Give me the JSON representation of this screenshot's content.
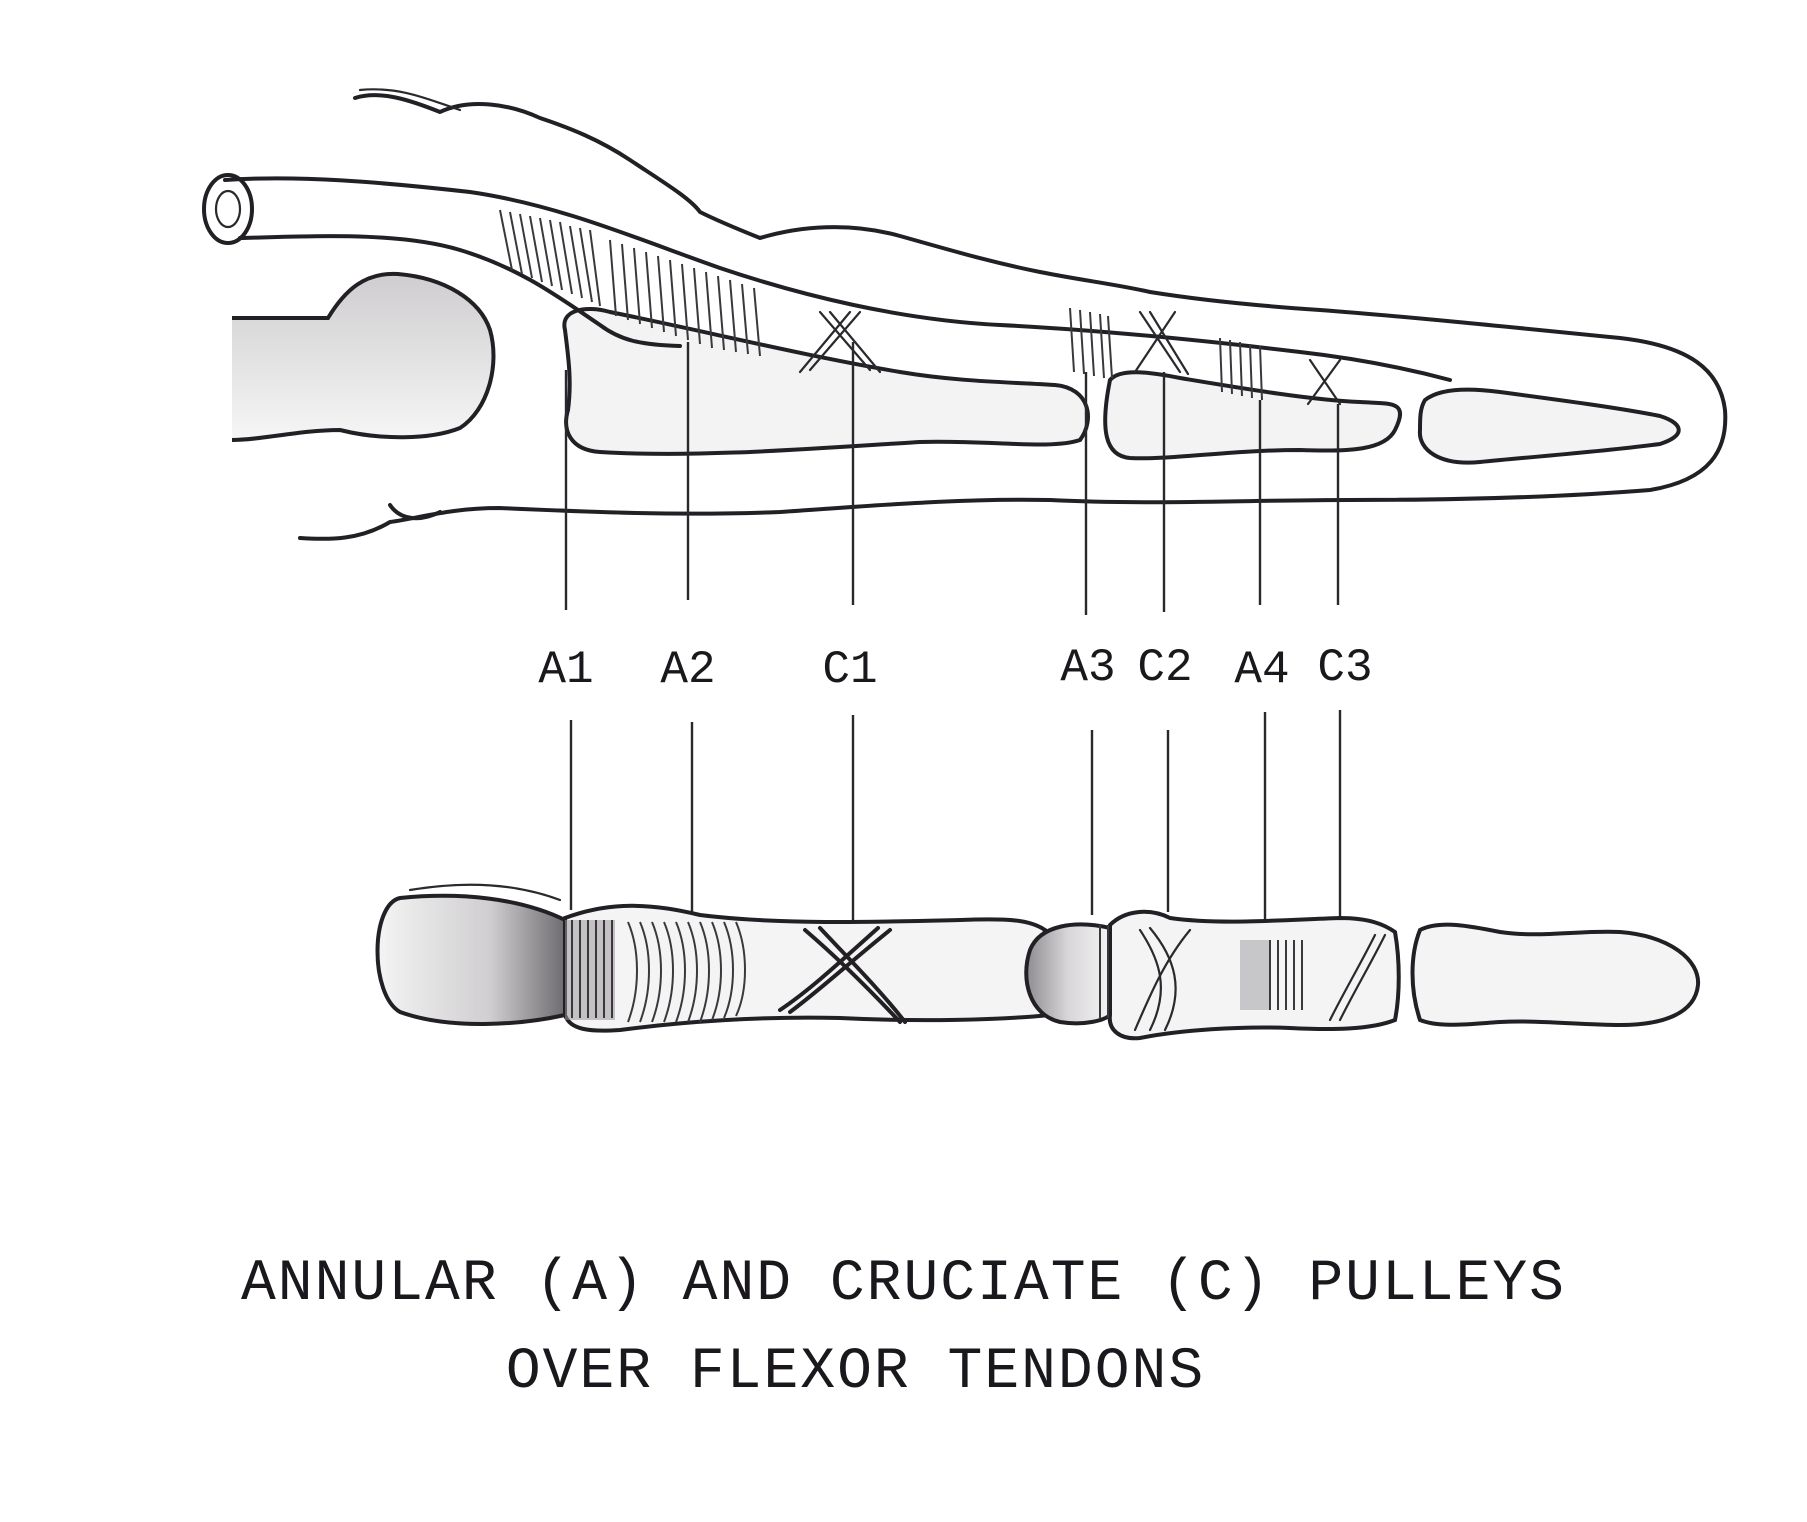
{
  "labels": [
    "A1",
    "A2",
    "C1",
    "A3",
    "C2",
    "A4",
    "C3"
  ],
  "caption": {
    "line1": "ANNULAR (A) AND CRUCIATE (C) PULLEYS",
    "line2": "OVER FLEXOR TENDONS"
  },
  "colors": {
    "ink": "#222024",
    "shade": "#b8b6b8",
    "paper": "#ffffff"
  }
}
